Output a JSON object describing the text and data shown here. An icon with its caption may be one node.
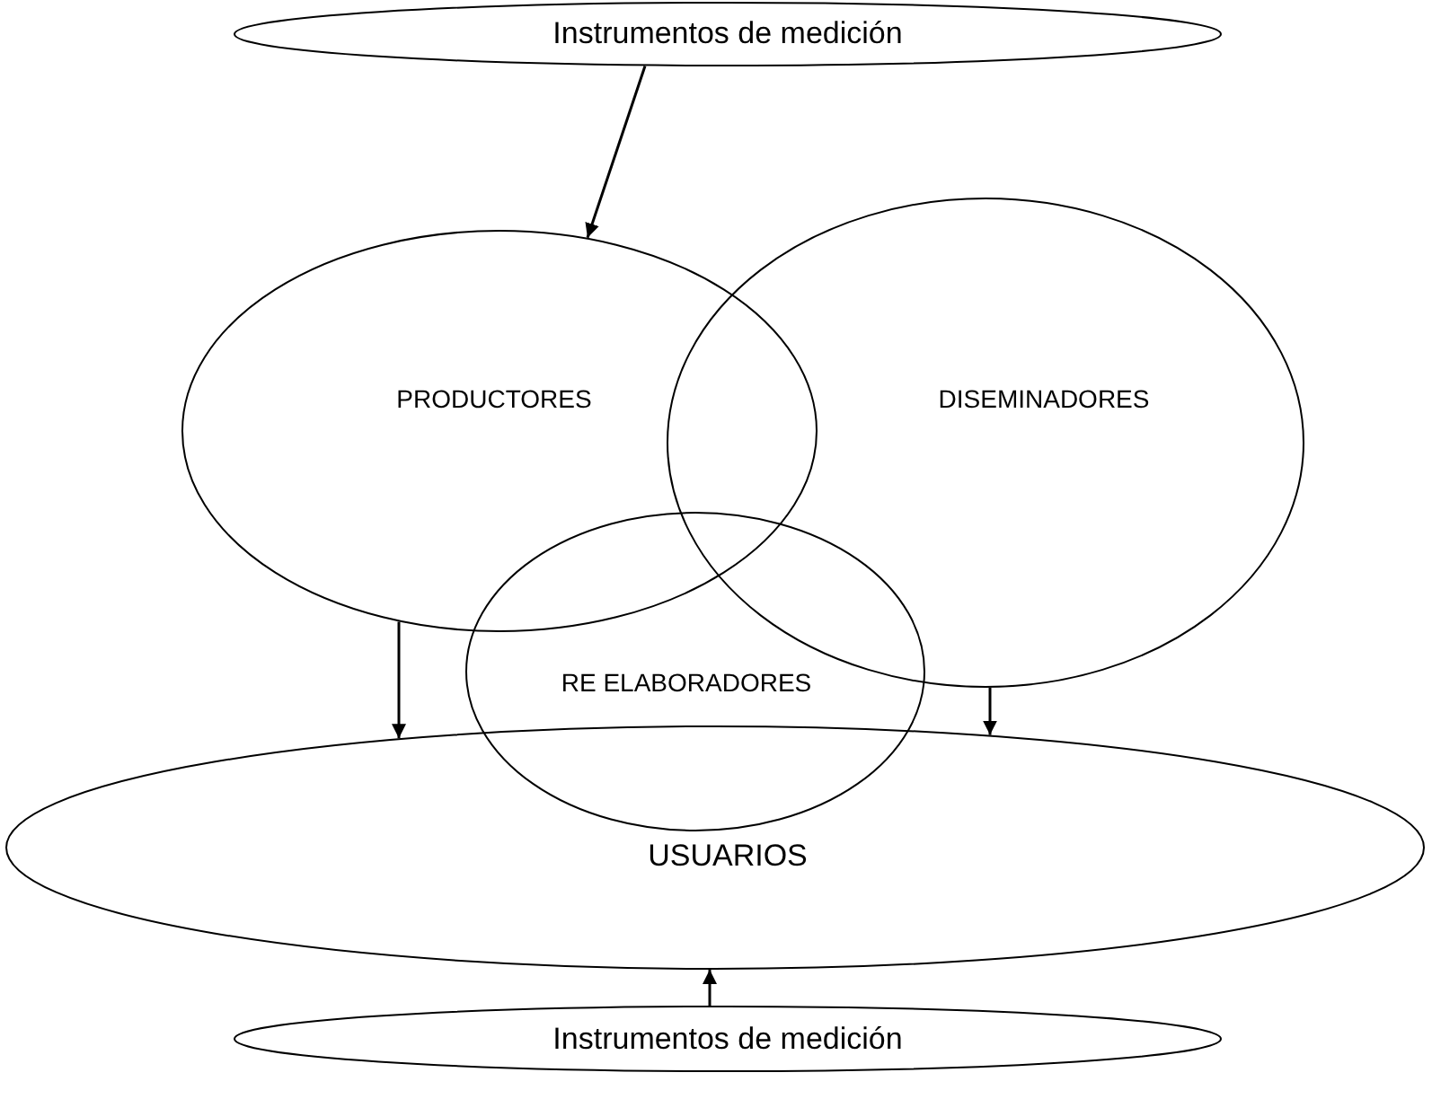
{
  "diagram": {
    "nodes": [
      {
        "text": [
          "Instrumentos de medición"
        ]
      },
      {
        "text": [
          "PRODUCTORES"
        ]
      },
      {
        "text": [
          "DISEMINADORES"
        ]
      },
      {
        "text": [
          "RE ELABORADORES"
        ]
      },
      {
        "text": [
          "USUARIOS"
        ]
      },
      {
        "text": [
          "Instrumentos de medición"
        ]
      }
    ],
    "edges": [
      {
        "from": 0,
        "to": 1,
        "arrow": "to"
      },
      {
        "from": 1,
        "to": 4,
        "arrow": "to"
      },
      {
        "from": 2,
        "to": 4,
        "arrow": "to"
      },
      {
        "from": 5,
        "to": 4,
        "arrow": "to"
      }
    ]
  }
}
